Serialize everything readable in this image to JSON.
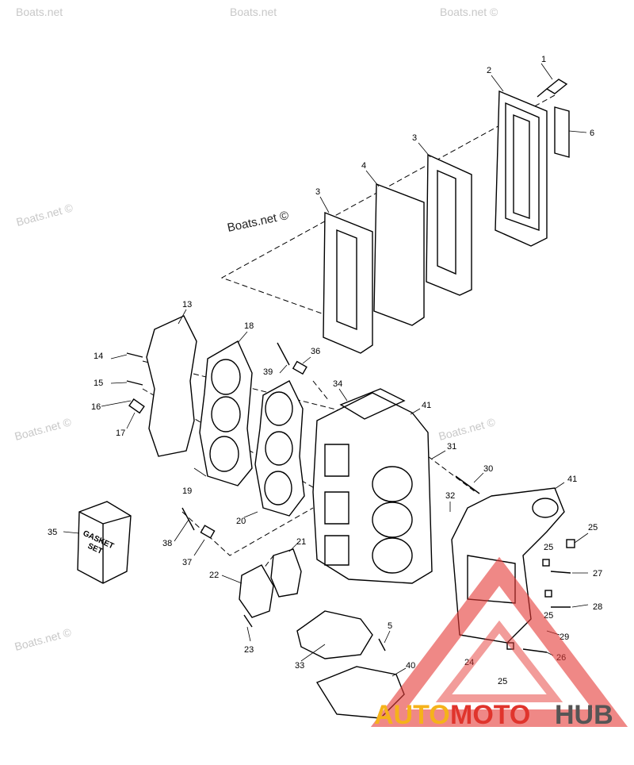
{
  "watermarks": {
    "main": "Boats.net ©",
    "faint": [
      "Boats.net",
      "Boats.net",
      "Boats.net ©",
      "Boats.net ©",
      "Boats.net ©",
      "Boats.net ©",
      "Boats.net ©"
    ]
  },
  "box_label": [
    "GASKET",
    "SET"
  ],
  "logo": {
    "part1": "AUTO",
    "part2": "MOTO",
    "part3": "HUB",
    "colors": {
      "auto": "#f5b21a",
      "moto": "#e0342c",
      "hub": "#555555",
      "triangle": "#e53935"
    }
  },
  "callouts": [
    "1",
    "2",
    "3",
    "3",
    "4",
    "6",
    "13",
    "14",
    "15",
    "16",
    "17",
    "18",
    "19",
    "20",
    "36",
    "39",
    "34",
    "41",
    "31",
    "30",
    "41",
    "32",
    "25",
    "25",
    "27",
    "25",
    "28",
    "29",
    "24",
    "25",
    "26",
    "35",
    "38",
    "37",
    "22",
    "21",
    "23",
    "5",
    "33",
    "40"
  ]
}
